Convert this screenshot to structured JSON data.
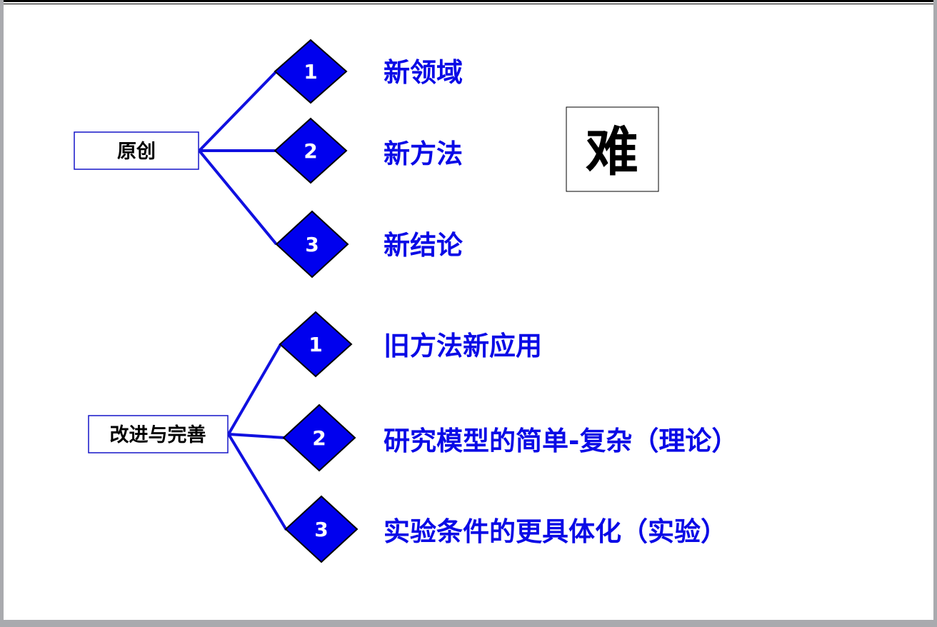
{
  "colors": {
    "accent": "#0000ee",
    "line": "#1010e0",
    "text": "#0a0ae6"
  },
  "groups": [
    {
      "root": "原创",
      "items": [
        {
          "num": "1",
          "label": "新领域"
        },
        {
          "num": "2",
          "label": "新方法"
        },
        {
          "num": "3",
          "label": "新结论"
        }
      ]
    },
    {
      "root": "改进与完善",
      "items": [
        {
          "num": "1",
          "label": "旧方法新应用"
        },
        {
          "num": "2",
          "label": "研究模型的简单-复杂（理论）"
        },
        {
          "num": "3",
          "label": "实验条件的更具体化（实验）"
        }
      ]
    }
  ],
  "callout": "难"
}
